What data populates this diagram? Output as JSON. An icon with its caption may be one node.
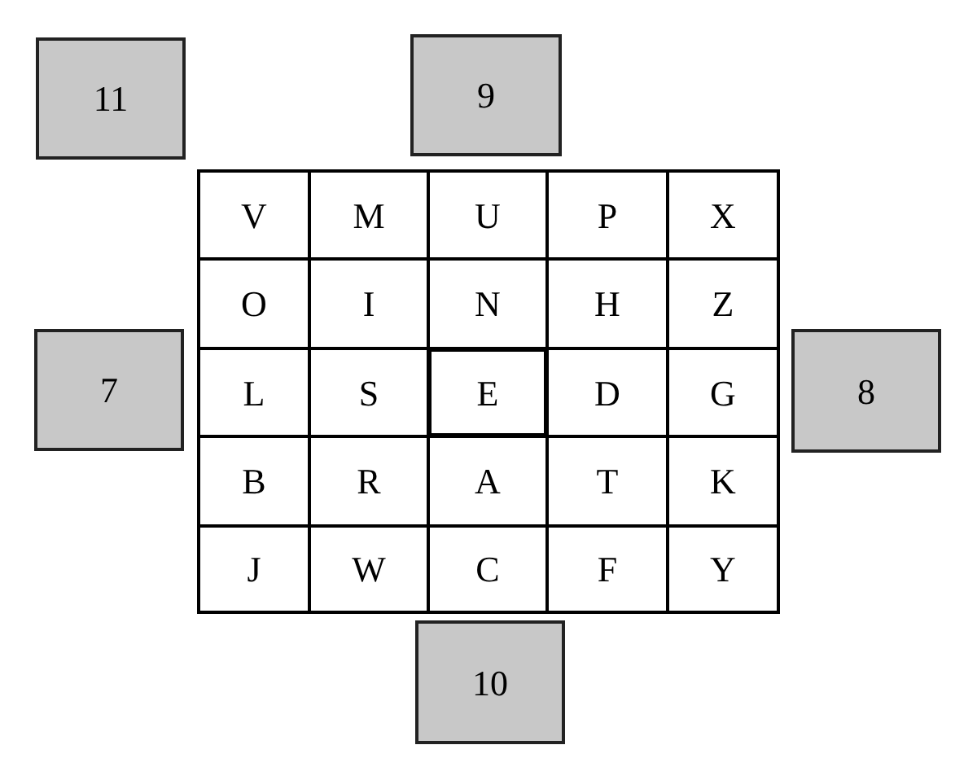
{
  "diagram": {
    "nodes": [
      {
        "text": [
          "11"
        ]
      },
      {
        "text": [
          "9"
        ]
      },
      {
        "text": [
          "V"
        ]
      },
      {
        "text": [
          "M"
        ]
      },
      {
        "text": [
          "U"
        ]
      },
      {
        "text": [
          "P"
        ]
      },
      {
        "text": [
          "X"
        ]
      },
      {
        "text": [
          "O"
        ]
      },
      {
        "text": [
          "I"
        ]
      },
      {
        "text": [
          "N"
        ]
      },
      {
        "text": [
          "H"
        ]
      },
      {
        "text": [
          "Z"
        ]
      },
      {
        "text": [
          "7"
        ]
      },
      {
        "text": [
          "L"
        ]
      },
      {
        "text": [
          "S"
        ]
      },
      {
        "text": [
          "E"
        ]
      },
      {
        "text": [
          "D"
        ]
      },
      {
        "text": [
          "G"
        ]
      },
      {
        "text": [
          "8"
        ]
      },
      {
        "text": [
          "B"
        ]
      },
      {
        "text": [
          "R"
        ]
      },
      {
        "text": [
          "A"
        ]
      },
      {
        "text": [
          "T"
        ]
      },
      {
        "text": [
          "K"
        ]
      },
      {
        "text": [
          "J"
        ]
      },
      {
        "text": [
          "W"
        ]
      },
      {
        "text": [
          "C"
        ]
      },
      {
        "text": [
          "F"
        ]
      },
      {
        "text": [
          "Y"
        ]
      },
      {
        "text": [
          "10"
        ]
      }
    ]
  }
}
